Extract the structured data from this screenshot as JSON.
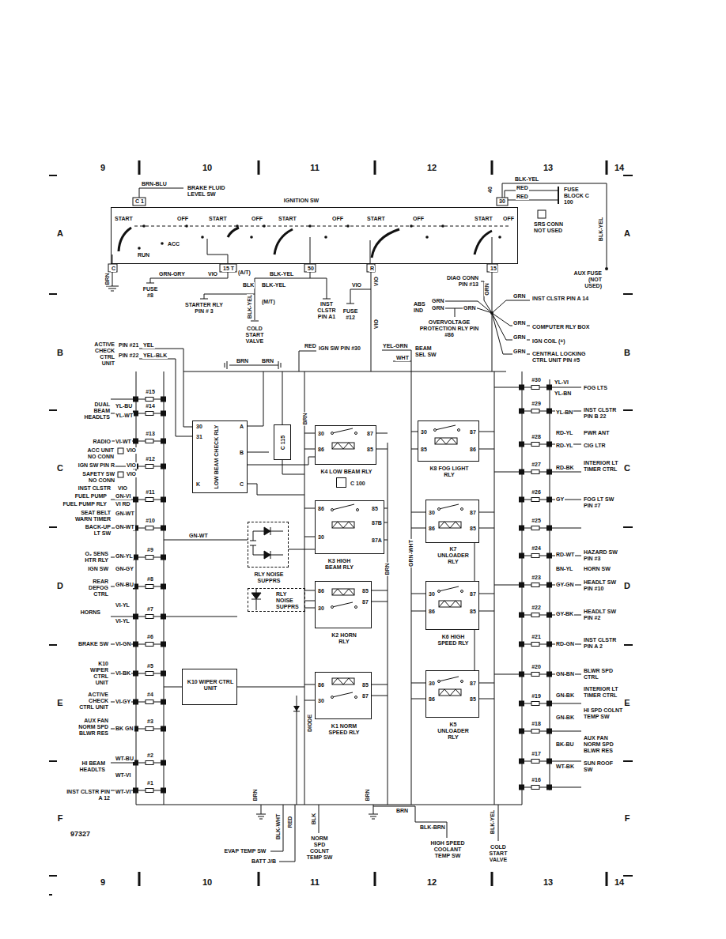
{
  "diagram": {
    "nodes": [
      {
        "text": [
          "IGNITION SW",
          "START",
          "OFF",
          "START",
          "OFF",
          "START",
          "OFF",
          "START",
          "OFF",
          "START",
          "OFF",
          "ACC",
          "RUN"
        ]
      },
      {
        "text": [
          "LOW BEAM CHECK RLY",
          "30",
          "31",
          "K",
          "A",
          "B",
          "C"
        ]
      },
      {
        "text": [
          "C 115"
        ]
      },
      {
        "text": [
          "K4 LOW BEAM RLY",
          "30",
          "86",
          "87",
          "85"
        ]
      },
      {
        "text": [
          "K8 FOG LIGHT RLY",
          "30",
          "85",
          "87",
          "86"
        ]
      },
      {
        "text": [
          "C 100"
        ]
      },
      {
        "text": [
          "K3 HIGH BEAM RLY",
          "86",
          "30",
          "85",
          "87B",
          "87A"
        ]
      },
      {
        "text": [
          "K7 UNLOADER RLY",
          "30",
          "86",
          "87",
          "85"
        ]
      },
      {
        "text": [
          "RLY NOISE SUPPRS"
        ]
      },
      {
        "text": [
          "RLY NOISE SUPPRS"
        ]
      },
      {
        "text": [
          "K2 HORN RLY",
          "86",
          "30",
          "85",
          "87"
        ]
      },
      {
        "text": [
          "K6 HIGH SPEED RLY",
          "30",
          "86",
          "87",
          "85"
        ]
      },
      {
        "text": [
          "K10 WIPER CTRL UNIT"
        ]
      },
      {
        "text": [
          "K1 NORM SPEED RLY",
          "86",
          "30",
          "85",
          "87"
        ]
      },
      {
        "text": [
          "K5 UNLOADER RLY",
          "30",
          "86",
          "87",
          "85"
        ]
      }
    ],
    "edges": [
      {
        "from": 1,
        "to": 3,
        "arrow": "none"
      },
      {
        "from": 6,
        "to": 8,
        "arrow": "none"
      },
      {
        "from": 10,
        "to": 9,
        "arrow": "none"
      },
      {
        "from": 7,
        "to": 11,
        "arrow": "none"
      },
      {
        "from": 11,
        "to": 14,
        "arrow": "none"
      }
    ],
    "labels": [
      "9",
      "10",
      "11",
      "12",
      "13",
      "14",
      "A",
      "B",
      "C",
      "D",
      "E",
      "F",
      "A",
      "B",
      "C",
      "D",
      "E",
      "F",
      "9",
      "10",
      "11",
      "12",
      "13",
      "14",
      "97327",
      "BRN-BLU",
      "BRAKE FLUID LEVEL SW",
      "C 1",
      "30",
      "BLK-YEL",
      "40",
      "RED",
      "RED",
      "FUSE BLOCK C 100",
      "SRS CONN NOT USED",
      "AUX FUSE (NOT USED)",
      "BLK-YEL",
      "C",
      "15 T",
      "50",
      "R",
      "15",
      "BRN",
      "GRN-GRY",
      "VIO",
      "FUSE #8",
      "STARTER RLY PIN # 3",
      "(A/T)",
      "BLK",
      "BLK-YEL",
      "BLK-YEL",
      "BLK-YEL",
      "(M/T)",
      "INST CLSTR PIN A1",
      "COLD START VALVE",
      "VIO",
      "VIO",
      "FUSE #12",
      "VIO",
      "DIAG CONN PIN #13",
      "GRN",
      "ABS IND",
      "GRN",
      "GRN",
      "GRN",
      "OVERVOLTAGE PROTECTION RLY PIN #86",
      "GRN",
      "INST CLSTR PIN A 14",
      "GRN",
      "COMPUTER RLY BOX",
      "GRN",
      "IGN COIL (+)",
      "GRN",
      "CENTRAL LOCKING CTRL UNIT PIN #5",
      "ACTIVE CHECK CTRL UNIT",
      "PIN #21",
      "YEL",
      "PIN #22",
      "YEL-BLK",
      "BRN",
      "BRN",
      "RED",
      "IGN SW PIN #30",
      "YEL-GRN",
      "WHT",
      "BEAM SEL SW",
      "#15",
      "#14",
      "DUAL BEAM HEADLTS",
      "YL-BU",
      "YL-WT",
      "#13",
      "RADIO",
      "VI-WT",
      "ACC UNIT NO CONN",
      "VIO",
      "#12",
      "IGN SW PIN R",
      "VIO",
      "SAFETY SW NO CONN",
      "VIO",
      "INST CLSTR",
      "VIO",
      "#11",
      "FUEL PUMP",
      "GN-VI",
      "FUEL PUMP RLY",
      "VI RD",
      "SEAT BELT WARN TIMER",
      "GN-WT",
      "#10",
      "BACK-UP LT SW",
      "GN-WT",
      "GN-WT",
      "#9",
      "O₂ SENS HTR RLY",
      "GN-YL",
      "IGN SW",
      "GN-GY",
      "#8",
      "REAR DEFOG CTRL",
      "GN-BU",
      "#7",
      "HORNS",
      "VI-YL",
      "VI-YL",
      "#6",
      "BRAKE SW",
      "VI-GN",
      "#5",
      "K10 WIPER CTRL UNIT",
      "VI-BK",
      "#4",
      "ACTIVE CHECK CTRL UNIT",
      "VI-GY",
      "#3",
      "AUX FAN NORM SPD BLWR RES",
      "BK GN",
      "#2",
      "HI BEAM HEADLTS",
      "WT-BU",
      "WT-VI",
      "#1",
      "INST CLSTR PIN A 12",
      "WT-VI",
      "#30",
      "YL-VI",
      "YL-BN",
      "FOG LTS",
      "#29",
      "YL-BN",
      "INST CLSTR PIN B 22",
      "#28",
      "RD-YL",
      "PWR ANT",
      "RD-YL",
      "CIG LTR",
      "#27",
      "RD-BK",
      "INTERIOR LT TIMER CTRL",
      "#26",
      "GY",
      "FOG LT SW PIN #7",
      "#25",
      "#24",
      "RD-WT",
      "HAZARD SW PIN #3",
      "BN-YL",
      "HORN SW",
      "#23",
      "GY-GN",
      "HEADLT SW PIN #10",
      "#22",
      "GY-BK",
      "HEADLT SW PIN #2",
      "#21",
      "RD-GN",
      "INST CLSTR PIN A 2",
      "#20",
      "GN-BN",
      "BLWR SPD CTRL",
      "#19",
      "GN-BK",
      "INTERIOR LT TIMER CTRL",
      "GN-BK",
      "HI SPD COLNT TEMP SW",
      "#18",
      "BK-BU",
      "AUX FAN NORM SPD BLWR RES",
      "#17",
      "WT-BK",
      "SUN ROOF SW",
      "#16",
      "BRN",
      "BRN",
      "GRN-WHT",
      "DIODE",
      "BRN",
      "BLK-WHT",
      "RED",
      "BLK",
      "BRN",
      "BRN",
      "BLK-BRN",
      "BLK-YEL",
      "EVAP TEMP SW",
      "NORM SPD COLNT TEMP SW",
      "HIGH SPEED COOLANT TEMP SW",
      "COLD START VALVE",
      "BATT J/B"
    ]
  }
}
